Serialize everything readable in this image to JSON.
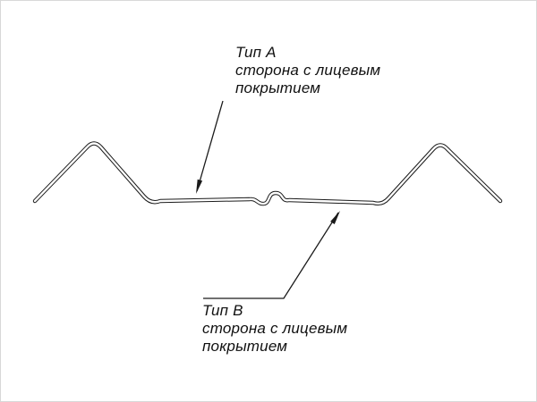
{
  "diagram": {
    "title": "Profile cross-section with coating side callouts",
    "colors": {
      "line": "#1a1a1a",
      "background": "#ffffff"
    },
    "label_a": {
      "title": "Тип А",
      "line1": "сторона с лицевым",
      "line2": "покрытием"
    },
    "label_b": {
      "title": "Тип В",
      "line1": "сторона с лицевым",
      "line2": "покрытием"
    }
  }
}
